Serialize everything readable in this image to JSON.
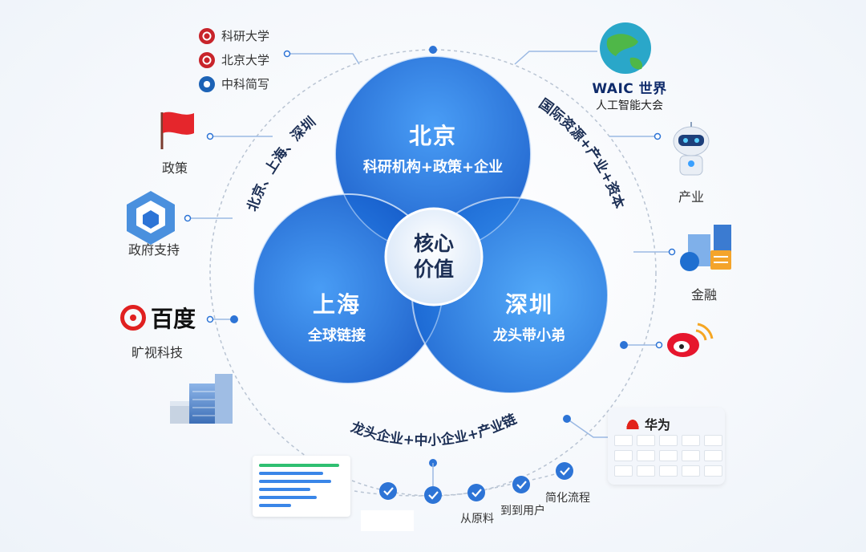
{
  "center": {
    "line1": "核心",
    "line2": "价值"
  },
  "circles": [
    {
      "title": "北京",
      "subtitle": "科研机构+政策+企业"
    },
    {
      "title": "上海",
      "subtitle": "全球链接"
    },
    {
      "title": "深圳",
      "subtitle": "龙头带小弟"
    }
  ],
  "arcs": {
    "left": "北京、上海、深圳",
    "right": "国际资源+产业+资本",
    "bottom": "龙头企业+中小企业+产业链"
  },
  "universities": [
    "科研大学",
    "北京大学",
    "中科简写"
  ],
  "labels": {
    "policy": "政策",
    "gov_support": "政府支持",
    "baidu_logo": "百度",
    "baidu_caption": "旷视科技",
    "waic_logo": "WAIC 世界",
    "waic_caption": "人工智能大会",
    "industry": "产业",
    "finance": "金融",
    "huawei": "华为"
  },
  "steps": [
    "从原料",
    "到到用户",
    "简化流程"
  ],
  "colors": {
    "primary": "#2a7fe6",
    "dark": "#1359c8",
    "accent_red": "#e02020",
    "dot": "#2d74d6"
  }
}
